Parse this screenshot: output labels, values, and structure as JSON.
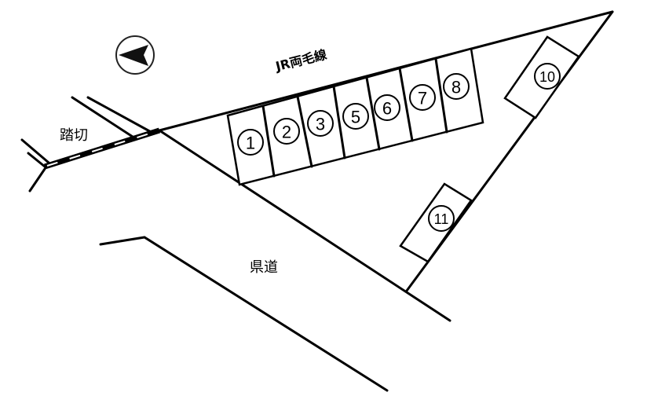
{
  "labels": {
    "railway": "JR両毛線",
    "crossing": "踏切",
    "prefectural_road": "県道"
  },
  "compass": {
    "icon": "north-arrow-icon",
    "direction": "left"
  },
  "stalls": [
    "1",
    "2",
    "3",
    "5",
    "6",
    "7",
    "8",
    "10",
    "11"
  ]
}
